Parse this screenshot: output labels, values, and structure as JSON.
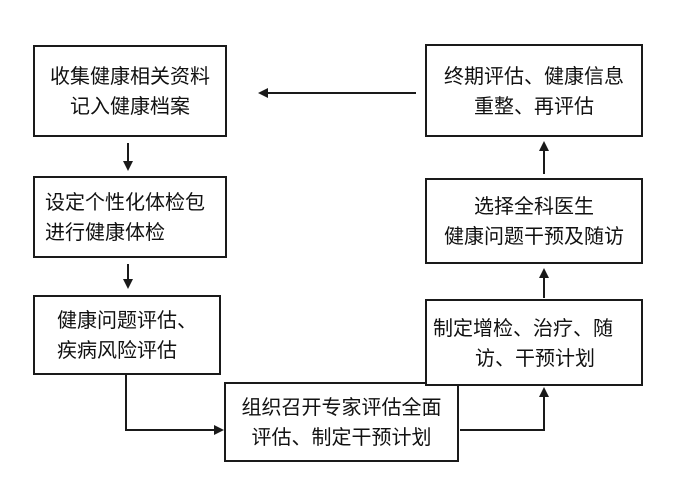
{
  "boxes": {
    "collect": {
      "line1": "收集健康相关资料",
      "line2": "记入健康档案"
    },
    "checkup": {
      "line1": "设定个性化体检包",
      "line2": "进行健康体检"
    },
    "assess": {
      "line1": "健康问题评估、",
      "line2": "疾病风险评估"
    },
    "expert": {
      "line1": "组织召开专家评估全面",
      "line2": "评估、制定干预计划"
    },
    "plan": {
      "line1": "制定增检、治疗、随",
      "line2": "访、干预计划"
    },
    "doctor": {
      "line1": "选择全科医生",
      "line2": "健康问题干预及随访"
    },
    "final": {
      "line1": "终期评估、健康信息",
      "line2": "重整、再评估"
    }
  }
}
